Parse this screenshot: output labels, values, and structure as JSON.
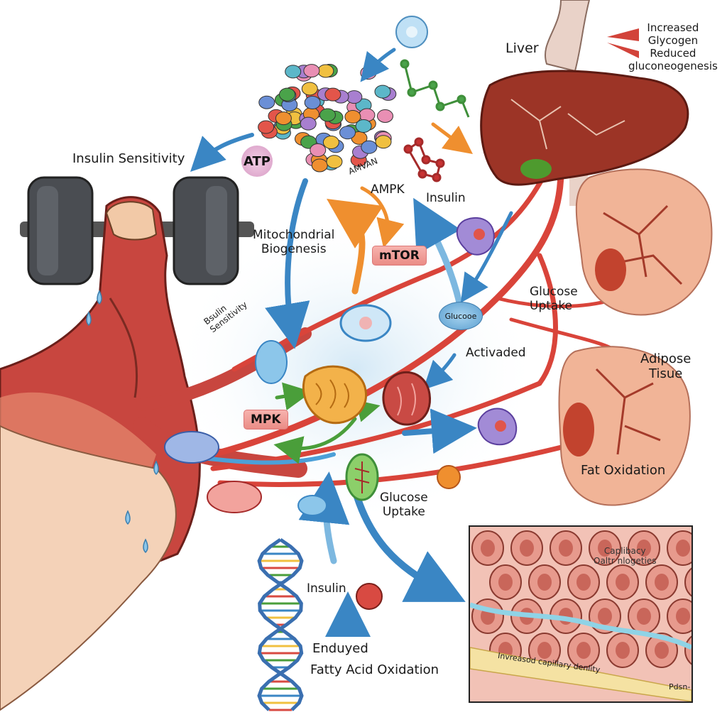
{
  "title": "Exercise metabolic adaptations illustration",
  "labels": {
    "liver": "Liver",
    "liver_effects": [
      "Increased",
      "Glycogen",
      "Reduced",
      "gluconeogenesis"
    ],
    "insulin_sensitivity_top": "Insulin Sensitivity",
    "atp": "ATP",
    "amvan": "AMVAN",
    "ampk": "AMPK",
    "insulin_top": "Insulin",
    "mito_biogenesis": [
      "Mitochondrial",
      "Biogenesis"
    ],
    "mtor": "mTOR",
    "insulin_sensitivity_curved": [
      "Bsulin",
      "Sensitivity"
    ],
    "glucose_bubble": "Glucooe",
    "glucose_uptake_right": [
      "Glucose",
      "Uptake"
    ],
    "activaded": "Activaded",
    "adipose": [
      "Adipose",
      "Tisue"
    ],
    "mpk": "MPK",
    "fat_oxidation": "Fat Oxidation",
    "glucose_uptake_center": [
      "Glucose",
      "Uptake"
    ],
    "insulin_bottom": "Insulin",
    "enduyed": "Enduyed",
    "fatty_acid_oxidation": "Fatty Acid Oxidation",
    "inset_title": [
      "Caplibacy",
      "Oaltr nlogeties"
    ],
    "inset_band": "Invreasod capillary denlity",
    "inset_band_end": "Pdsn-"
  },
  "colors": {
    "muscle_red": "#c8463f",
    "vessel_red": "#d9443a",
    "arrow_blue": "#3a86c4",
    "arrow_orange": "#ef8f2f",
    "arrow_green": "#4a9e3a",
    "liver_brown": "#9c3426",
    "adipose_peach": "#f1b497",
    "mtor_pink": "#f2a39d",
    "atp_pink": "#e6b3d6",
    "glucose_blue": "#7db8e0"
  }
}
